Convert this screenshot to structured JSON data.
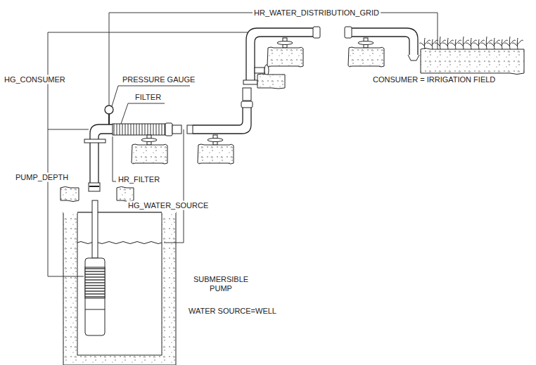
{
  "diagram": {
    "labels": [
      "HR_WATER_DISTRIBUTION_GRID",
      "HG_CONSUMER",
      "PRESSURE GAUGE",
      "FILTER",
      "CONSUMER = IRRIGATION FIELD",
      "PUMP_DEPTH",
      "HR_FILTER",
      "HG_WATER_SOURCE",
      "SUBMERSIBLE PUMP",
      "WATER SOURCE=WELL"
    ]
  }
}
